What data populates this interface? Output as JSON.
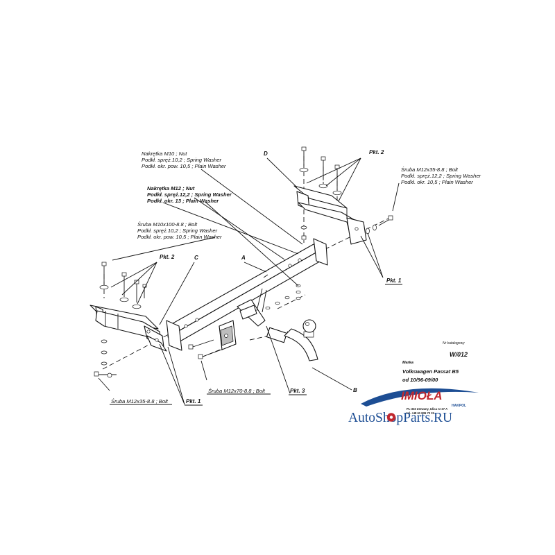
{
  "labels": {
    "m10_l1": "Nakrętka  M10 ; Nut",
    "m10_l2": "Podkł. spręż.10,2 ; Spring Washer",
    "m10_l3": "Podkł. okr. pow. 10,5 ; Plain Washer",
    "m12_l1": "Nakrętka  M12 ; Nut",
    "m12_l2": "Podkł. spręż.12,2 ; Spring Washer",
    "m12_l3": "Podkł. okr. 13 ; Plain Washer",
    "bolt100_l1": "Śruba  M10x100-8.8 ;  Bolt",
    "bolt100_l2": "Podkł. spręż.10,2 ; Spring Washer",
    "bolt100_l3": "Podkł. okr. pow. 10,5 ; Plain Washer",
    "bolt35r_l1": "Śruba M12x35-8.8 ;  Bolt",
    "bolt35r_l2": "Podkł. spręż.12,2 ; Spring Washer",
    "bolt35r_l3": "Podkł. okr. 10,5 ; Plain Washer",
    "bolt35l": "Śruba M12x35-8.8 ;  Bolt",
    "bolt70": "Śruba M12x70-8.8 ;  Bolt"
  },
  "points": {
    "pkt2_left": "Pkt. 2",
    "pkt2_right": "Pkt. 2",
    "pkt1_left": "Pkt. 1",
    "pkt1_right": "Pkt. 1",
    "pkt3": "Pkt. 3"
  },
  "parts": {
    "A": "A",
    "B": "B",
    "C": "C",
    "D": "D"
  },
  "info": {
    "catalog_label": "Nr katalogowy",
    "catalog_no": "W/012",
    "brand_label": "Marka",
    "model": "Volkswagen Passat B5",
    "period": "od 10/96-09/00"
  },
  "logo": {
    "name": "IMIOŁA",
    "sub": "HAKPOL",
    "address1": "PL-333 Zerwany, Ulica nr 27 A",
    "address2": "tel. +48 61 836 73 31",
    "color": "#c0282f"
  },
  "watermark": {
    "text": "AutoShopParts.RU",
    "color": "#1d4e94",
    "accent": "#c0282f"
  }
}
